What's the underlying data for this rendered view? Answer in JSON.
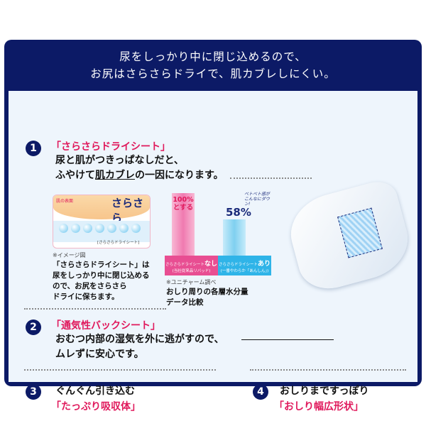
{
  "header": {
    "line1": "尿をしっかり中に閉じ込めるので、",
    "line2": "お尻はさらさらドライで、肌カブレしにくい。"
  },
  "section1": {
    "num": "1",
    "title": "「さらさらドライシート」",
    "line1": "尿と肌がつきっぱなしだと、",
    "line2_pre": "ふやけて",
    "line2_u": "肌カブレ",
    "line2_post": "の一因になります。",
    "illustration": {
      "skin_label": "肌の表面",
      "sara": "さらさら",
      "sheet_label": "[さらさらドライシート]",
      "note": "※イメージ図"
    },
    "desc": [
      "「さらさらドライシート」は",
      "尿をしっかり中に閉じ込める",
      "ので、お尻をさらさら",
      "ドライに保ちます。"
    ]
  },
  "chart_data": {
    "type": "bar",
    "title": "おしり周りの各層水分量データ比較",
    "categories": [
      "さらさらドライシートなし",
      "さらさらドライシートあり"
    ],
    "sublabels": [
      "(当社従来品リバッド)",
      "(一番やわらか「あんしん」)"
    ],
    "values": [
      100,
      58
    ],
    "value_labels": [
      "100%とする",
      "58%"
    ],
    "annotation": "ベトベト感がこんなにダウン!",
    "source": "※ユニチャーム調べ",
    "colors": [
      "#f07ab0",
      "#7fd0f0"
    ],
    "label_top": "100%",
    "label_sub": "とする",
    "label_58": "58%",
    "ann1": "ベトベト感が",
    "ann2": "こんなにダウン!",
    "cat_short": [
      "さらさらドライシート",
      "さらさらドライシート"
    ],
    "cat_big": [
      "なし",
      "あり"
    ],
    "title1": "おしり周りの各層水分量",
    "title2": "データ比較"
  },
  "section2": {
    "num": "2",
    "title": "「通気性バックシート」",
    "line1": "おむつ内部の湿気を外に逃がすので、",
    "line2": "ムレずに安心です。"
  },
  "section3": {
    "num": "3",
    "line1": "ぐんぐん引き込む",
    "title": "「たっぷり吸収体」"
  },
  "section4": {
    "num": "4",
    "line1": "おしりまですっぽり",
    "title": "「おしり幅広形状」"
  }
}
